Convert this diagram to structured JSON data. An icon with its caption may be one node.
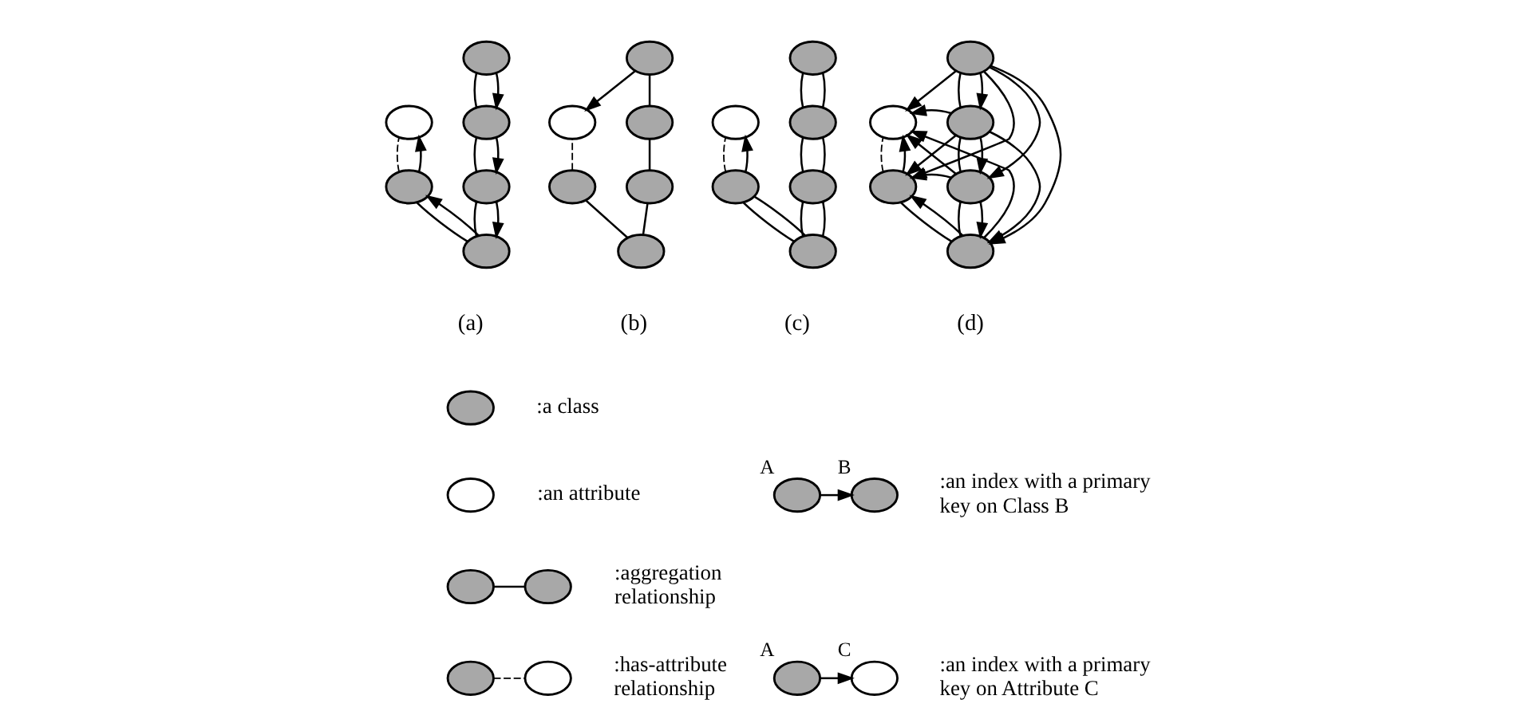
{
  "diagram": {
    "nodes": [
      {
        "text": [],
        "shape": "ellipse"
      },
      {
        "text": [],
        "shape": "ellipse"
      },
      {
        "text": [],
        "shape": "ellipse"
      },
      {
        "text": [],
        "shape": "ellipse"
      },
      {
        "text": [],
        "shape": "ellipse"
      },
      {
        "text": [],
        "shape": "ellipse"
      },
      {
        "text": [],
        "shape": "ellipse"
      },
      {
        "text": [],
        "shape": "ellipse"
      },
      {
        "text": [],
        "shape": "ellipse"
      },
      {
        "text": [],
        "shape": "ellipse"
      },
      {
        "text": [],
        "shape": "ellipse"
      },
      {
        "text": [],
        "shape": "ellipse"
      },
      {
        "text": [],
        "shape": "ellipse"
      },
      {
        "text": [],
        "shape": "ellipse"
      },
      {
        "text": [],
        "shape": "ellipse"
      },
      {
        "text": [],
        "shape": "ellipse"
      },
      {
        "text": [],
        "shape": "ellipse"
      },
      {
        "text": [],
        "shape": "ellipse"
      },
      {
        "text": [],
        "shape": "ellipse"
      },
      {
        "text": [],
        "shape": "ellipse"
      },
      {
        "text": [],
        "shape": "ellipse"
      },
      {
        "text": [],
        "shape": "ellipse"
      },
      {
        "text": [],
        "shape": "ellipse"
      },
      {
        "text": [],
        "shape": "ellipse"
      },
      {
        "text": [],
        "shape": "ellipse"
      },
      {
        "text": [],
        "shape": "ellipse"
      },
      {
        "text": [],
        "shape": "ellipse"
      },
      {
        "text": [],
        "shape": "ellipse"
      },
      {
        "text": [],
        "shape": "ellipse"
      },
      {
        "text": [],
        "shape": "ellipse"
      },
      {
        "text": [],
        "shape": "ellipse",
        "beside": [
          "A"
        ]
      },
      {
        "text": [],
        "shape": "ellipse",
        "beside": [
          "B"
        ]
      },
      {
        "text": [],
        "shape": "ellipse",
        "beside": [
          "A"
        ]
      },
      {
        "text": [],
        "shape": "ellipse",
        "beside": [
          "C"
        ]
      }
    ],
    "edges": [
      {
        "from": 0,
        "to": 2,
        "arrow": "none"
      },
      {
        "from": 0,
        "to": 2,
        "arrow": "to"
      },
      {
        "from": 2,
        "to": 4,
        "arrow": "none"
      },
      {
        "from": 2,
        "to": 4,
        "arrow": "to"
      },
      {
        "from": 4,
        "to": 5,
        "arrow": "none"
      },
      {
        "from": 4,
        "to": 5,
        "arrow": "to"
      },
      {
        "from": 5,
        "to": 3,
        "arrow": "none"
      },
      {
        "from": 5,
        "to": 3,
        "arrow": "to"
      },
      {
        "from": 3,
        "to": 1,
        "arrow": "none",
        "style": "dashed"
      },
      {
        "from": 3,
        "to": 1,
        "arrow": "to"
      },
      {
        "from": 6,
        "to": 7,
        "arrow": "to"
      },
      {
        "from": 6,
        "to": 8,
        "arrow": "none"
      },
      {
        "from": 8,
        "to": 10,
        "arrow": "none"
      },
      {
        "from": 10,
        "to": 11,
        "arrow": "none"
      },
      {
        "from": 11,
        "to": 9,
        "arrow": "none"
      },
      {
        "from": 9,
        "to": 7,
        "arrow": "none",
        "style": "dashed"
      },
      {
        "from": 12,
        "to": 14,
        "arrow": "none"
      },
      {
        "from": 12,
        "to": 14,
        "arrow": "none"
      },
      {
        "from": 14,
        "to": 16,
        "arrow": "none"
      },
      {
        "from": 14,
        "to": 16,
        "arrow": "none"
      },
      {
        "from": 16,
        "to": 17,
        "arrow": "none"
      },
      {
        "from": 16,
        "to": 17,
        "arrow": "none"
      },
      {
        "from": 17,
        "to": 15,
        "arrow": "none"
      },
      {
        "from": 17,
        "to": 15,
        "arrow": "none"
      },
      {
        "from": 15,
        "to": 13,
        "arrow": "none",
        "style": "dashed"
      },
      {
        "from": 15,
        "to": 13,
        "arrow": "to"
      },
      {
        "from": 18,
        "to": 20,
        "arrow": "none"
      },
      {
        "from": 20,
        "to": 22,
        "arrow": "none"
      },
      {
        "from": 22,
        "to": 23,
        "arrow": "none"
      },
      {
        "from": 23,
        "to": 21,
        "arrow": "none"
      },
      {
        "from": 21,
        "to": 19,
        "arrow": "none",
        "style": "dashed"
      },
      {
        "from": 18,
        "to": 20,
        "arrow": "to"
      },
      {
        "from": 18,
        "to": 22,
        "arrow": "to"
      },
      {
        "from": 18,
        "to": 23,
        "arrow": "to"
      },
      {
        "from": 18,
        "to": 21,
        "arrow": "to"
      },
      {
        "from": 18,
        "to": 19,
        "arrow": "to"
      },
      {
        "from": 20,
        "to": 22,
        "arrow": "to"
      },
      {
        "from": 20,
        "to": 23,
        "arrow": "to"
      },
      {
        "from": 20,
        "to": 21,
        "arrow": "to"
      },
      {
        "from": 20,
        "to": 19,
        "arrow": "to"
      },
      {
        "from": 22,
        "to": 23,
        "arrow": "to"
      },
      {
        "from": 22,
        "to": 21,
        "arrow": "to"
      },
      {
        "from": 22,
        "to": 19,
        "arrow": "to"
      },
      {
        "from": 23,
        "to": 21,
        "arrow": "to"
      },
      {
        "from": 23,
        "to": 19,
        "arrow": "to"
      },
      {
        "from": 21,
        "to": 19,
        "arrow": "to"
      },
      {
        "from": 26,
        "to": 27,
        "arrow": "none"
      },
      {
        "from": 28,
        "to": 29,
        "arrow": "none",
        "style": "dashed"
      },
      {
        "from": 30,
        "to": 31,
        "arrow": "to"
      },
      {
        "from": 32,
        "to": 33,
        "arrow": "to"
      }
    ],
    "labels": [
      "(a)",
      "(b)",
      "(c)",
      "(d)"
    ],
    "legend": [
      {
        "text": ":a class"
      },
      {
        "text": ":an attribute"
      },
      {
        "text": ":aggregation relationship"
      },
      {
        "text": ":has-attribute relationship"
      },
      {
        "text": ":an index with a primary key on Class B"
      },
      {
        "text": ":an index with a primary key on Attribute C"
      }
    ]
  }
}
